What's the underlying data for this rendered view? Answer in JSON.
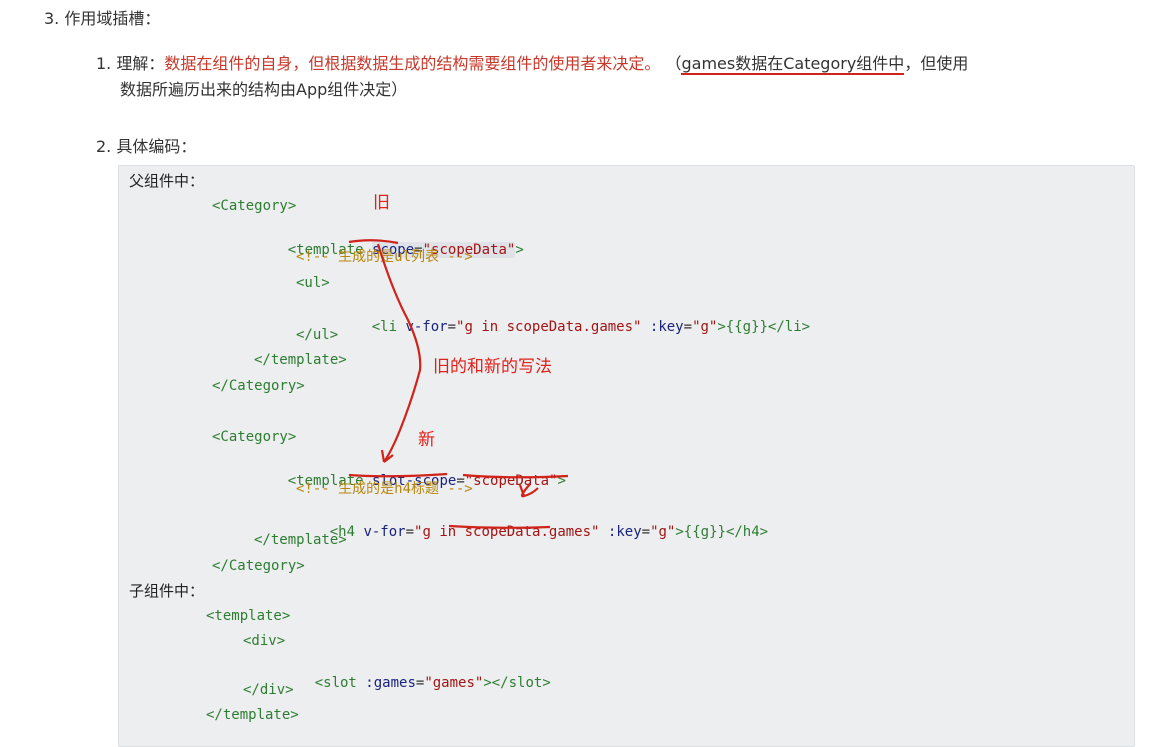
{
  "section": {
    "number": "3.",
    "title": "作用域插槽："
  },
  "items": [
    {
      "number": "1.",
      "label": "理解：",
      "emphasis": "数据在组件的自身，但根据数据生成的结构需要组件的使用者来决定。",
      "note_prefix": " （",
      "note_underlined": "games数据在Category组件中",
      "note_rest": "，但使用",
      "line2": "数据所遍历出来的结构由App组件决定）"
    },
    {
      "number": "2.",
      "label": "具体编码："
    }
  ],
  "code": {
    "parent_label": "父组件中：",
    "child_label": "子组件中：",
    "old_block": {
      "open_category": "<Category>",
      "template_open_a": "<template ",
      "template_attr": "scope",
      "template_eq": "=",
      "template_val": "\"scopeData\"",
      "template_close": ">",
      "comment": "<!-- 生成的是ul列表 -->",
      "ul_open": "<ul>",
      "li_a": "<li ",
      "li_attr": "v-for",
      "li_eq": "=",
      "li_val": "\"g in scopeData.games\"",
      "li_key_attr": " :key",
      "li_key_val": "\"g\"",
      "li_rest": ">{{g}}</li>",
      "ul_close": "</ul>",
      "template_end": "</template>",
      "close_category": "</Category>"
    },
    "new_block": {
      "open_category": "<Category>",
      "template_open_a": "<template ",
      "template_attr": "slot-scope",
      "template_eq": "=",
      "template_val": "\"scopeData\"",
      "template_close": ">",
      "comment": "<!-- 生成的是h4标题 -->",
      "h4_a": "<h4 ",
      "h4_attr": "v-for",
      "h4_eq": "=",
      "h4_val_a": "\"g in ",
      "h4_val_b": "scopeData.games",
      "h4_val_c": "\"",
      "h4_key_attr": " :key",
      "h4_key_val": "\"g\"",
      "h4_rest": ">{{g}}</h4>",
      "template_end": "</template>",
      "close_category": "</Category>"
    },
    "child_block": {
      "template_open": "<template>",
      "div_open": "<div>",
      "slot_a": "<slot ",
      "slot_attr": ":games",
      "slot_eq": "=",
      "slot_val": "\"games\"",
      "slot_rest": "></slot>",
      "div_close": "</div>",
      "template_close": "</template>"
    }
  },
  "annotations": {
    "old": "旧",
    "new": "新",
    "old_vs_new": "旧的和新的写法",
    "color": "#e0201a"
  }
}
